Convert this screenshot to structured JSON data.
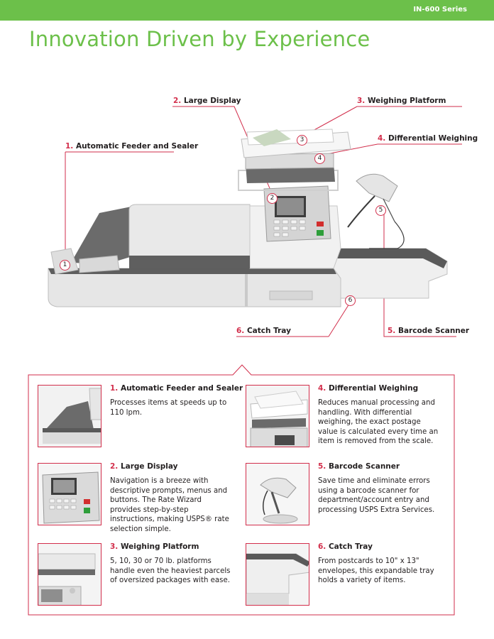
{
  "header": {
    "series": "IN-600 Series",
    "title": "Innovation Driven by Experience"
  },
  "callouts": [
    {
      "num": "1.",
      "label": "Automatic Feeder and Sealer",
      "marker": "1"
    },
    {
      "num": "2.",
      "label": "Large Display",
      "marker": "2"
    },
    {
      "num": "3.",
      "label": "Weighing Platform",
      "marker": "3"
    },
    {
      "num": "4.",
      "label": "Differential Weighing",
      "marker": "4"
    },
    {
      "num": "5.",
      "label": "Barcode Scanner",
      "marker": "5"
    },
    {
      "num": "6.",
      "label": "Catch Tray",
      "marker": "6"
    }
  ],
  "features": [
    {
      "num": "1.",
      "title": "Automatic Feeder and Sealer",
      "text": "Processes items at speeds up to 110 lpm."
    },
    {
      "num": "2.",
      "title": "Large Display",
      "text": "Navigation is a breeze with descriptive prompts, menus and buttons. The Rate Wizard provides step-by-step instructions, making USPS® rate selection simple."
    },
    {
      "num": "3.",
      "title": "Weighing Platform",
      "text": "5, 10, 30 or 70 lb. platforms handle even the heaviest parcels of oversized packages with ease."
    },
    {
      "num": "4.",
      "title": "Differential Weighing",
      "text": "Reduces manual processing and handling. With differential weighing, the exact postage value is calculated every time an item is removed from the scale."
    },
    {
      "num": "5.",
      "title": "Barcode Scanner",
      "text": "Save time and eliminate errors using a barcode scanner for department/account entry and processing USPS Extra Services."
    },
    {
      "num": "6.",
      "title": "Catch Tray",
      "text": "From postcards to 10\" x 13\" envelopes, this expandable tray holds a variety of items."
    }
  ],
  "colors": {
    "green": "#6cc04a",
    "accent": "#d22e4b"
  }
}
